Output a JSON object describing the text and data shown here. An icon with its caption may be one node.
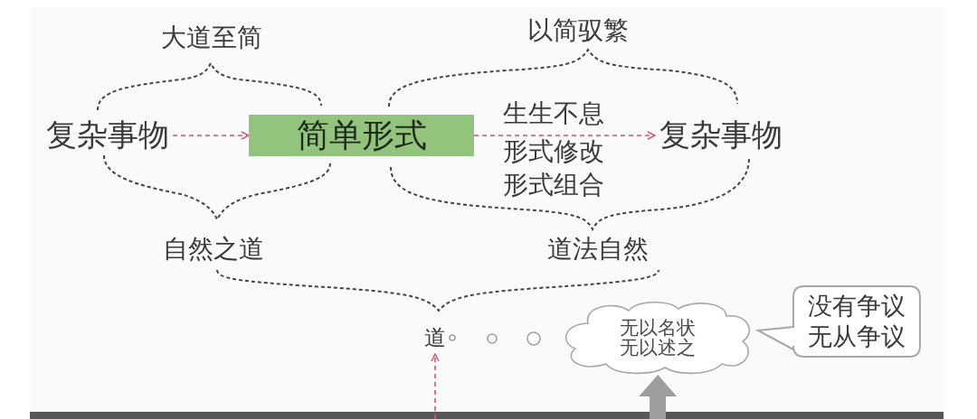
{
  "diagram": {
    "nodes": [
      {
        "text": [
          "复杂事物"
        ]
      },
      {
        "text": [
          "简单形式"
        ]
      },
      {
        "text": [
          "复杂事物"
        ]
      },
      {
        "text": [
          "道"
        ]
      },
      {
        "text": [
          "无以名状无以述之"
        ]
      },
      {
        "text": [
          "没有争议无从争议"
        ]
      }
    ],
    "edges": [
      {
        "from": 0,
        "to": 1,
        "arrow": "to",
        "style": "dashed",
        "color": "#d4566e"
      },
      {
        "from": 1,
        "to": 2,
        "arrow": "to",
        "style": "dashed",
        "color": "#d4566e",
        "label": "生生不息"
      },
      {
        "from": null,
        "to": 3,
        "arrow": "to",
        "style": "dashed",
        "color": "#d4566e"
      },
      {
        "from": null,
        "to": 4,
        "arrow": "to",
        "style": "thick"
      }
    ],
    "labels": [
      "大道至简",
      "以简驭繁",
      "形式修改",
      "形式组合",
      "自然之道",
      "道法自然"
    ]
  }
}
